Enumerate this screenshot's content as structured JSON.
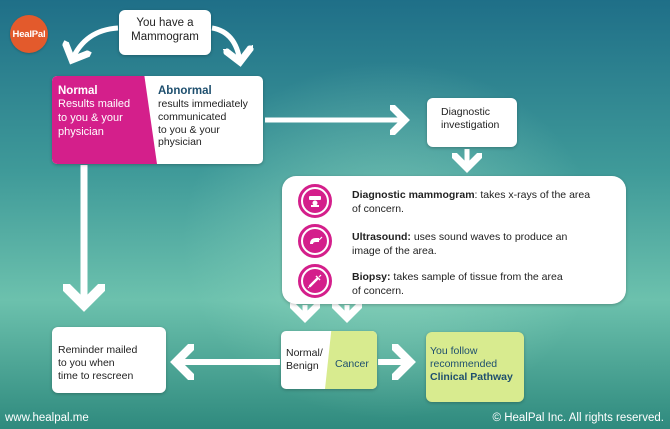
{
  "logo": {
    "text": "HealPal"
  },
  "start": {
    "line1": "You have a",
    "line2": "Mammogram"
  },
  "results": {
    "normal_title": "Normal",
    "normal_text": [
      "Results mailed",
      "to you & your",
      "physician"
    ],
    "abnormal_title": "Abnormal",
    "abnormal_text": [
      "results immediately",
      "communicated",
      "to you & your",
      "physician"
    ]
  },
  "diagnostic": {
    "line1": "Diagnostic",
    "line2": "investigation"
  },
  "tests": [
    {
      "name": "Diagnostic mammogram",
      "desc_1": ": takes x-rays of the area",
      "desc_2": "of concern.",
      "icon": "mammogram-icon"
    },
    {
      "name": "Ultrasound:",
      "desc_1": " uses sound waves to produce an",
      "desc_2": "image of the area.",
      "icon": "ultrasound-icon"
    },
    {
      "name": "Biopsy:",
      "desc_1": " takes sample of tissue from the area",
      "desc_2": "of concern.",
      "icon": "syringe-icon"
    }
  ],
  "outcome": {
    "normal_line1": "Normal/",
    "normal_line2": "Benign",
    "cancer": "Cancer"
  },
  "reminder": {
    "text": [
      "Reminder mailed",
      "to you when",
      "time to rescreen"
    ]
  },
  "pathway": {
    "line1": "You follow",
    "line2": "recommended",
    "line3": "Clinical Pathway"
  },
  "footer": {
    "left": "www.healpal.me",
    "right": "© HealPal Inc. All rights reserved."
  },
  "colors": {
    "magenta": "#d41f8b",
    "lime": "#d8eb8f",
    "accent_text": "#1e4f6e"
  }
}
